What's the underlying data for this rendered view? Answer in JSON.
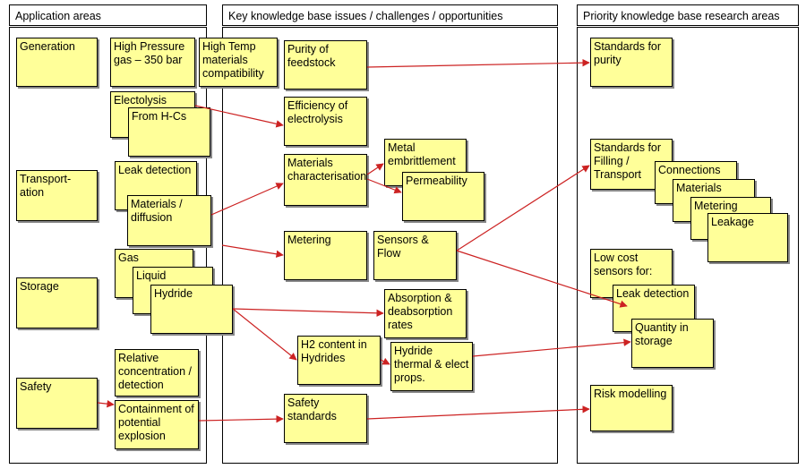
{
  "columns": {
    "application": "Application areas",
    "issues": "Key knowledge base issues / challenges / opportunities",
    "priority": "Priority knowledge base research areas"
  },
  "notes": {
    "generation": "Generation",
    "high_pressure": "High Pressure gas – 350 bar",
    "high_temp": "High Temp materials compatibility",
    "electolysis": "Electolysis",
    "from_hcs": "From H-Cs",
    "transportation": "Transport-ation",
    "leak_detection_app": "Leak detection",
    "materials_diffusion": "Materials / diffusion",
    "storage": "Storage",
    "gas": "Gas",
    "liquid": "Liquid",
    "hydride": "Hydride",
    "safety": "Safety",
    "relative_concentration": "Relative concentration / detection",
    "containment": "Containment of potential explosion",
    "purity_feedstock": "Purity of feedstock",
    "efficiency_electrolysis": "Efficiency of electrolysis",
    "materials_characterisation": "Materials characterisation",
    "metal_embrittlement": "Metal embrittlement",
    "permeability": "Permeability",
    "metering_issue": "Metering",
    "sensors_flow": "Sensors & Flow",
    "absorption": "Absorption & deabsorption rates",
    "h2_content": "H2 content in Hydrides",
    "hydride_thermal": "Hydride thermal & elect props.",
    "safety_standards": "Safety standards",
    "standards_purity": "Standards for purity",
    "standards_filling": "Standards for Filling / Transport",
    "connections": "Connections",
    "materials_p": "Materials",
    "metering_p": "Metering",
    "leakage": "Leakage",
    "low_cost_sensors": "Low cost sensors for:",
    "leak_detection_p": "Leak detection",
    "quantity_storage": "Quantity in storage",
    "risk_modelling": "Risk modelling"
  },
  "colors": {
    "note_fill": "#ffff99",
    "arrow": "#cc2222",
    "border": "#000000"
  }
}
